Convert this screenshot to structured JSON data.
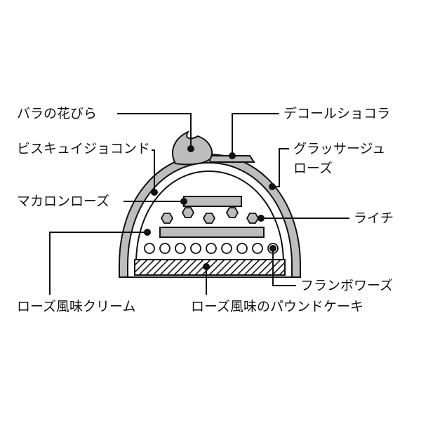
{
  "labels": {
    "rose_petal": "バラの花びら",
    "biscuit_joconde": "ビスキュイジョコンド",
    "macaron_rose": "マカロンローズ",
    "rose_cream": "ローズ風味クリーム",
    "deco_chocolat": "デコールショコラ",
    "glacage_line1": "グラッサージュ",
    "glacage_line2": "ローズ",
    "lychee": "ライチ",
    "framboise": "フランボワーズ",
    "pound_cake": "ローズ風味のパウンドケーキ"
  },
  "colors": {
    "line": "#111111",
    "layer_fill": "#bdbdbd",
    "background": "#ffffff"
  }
}
